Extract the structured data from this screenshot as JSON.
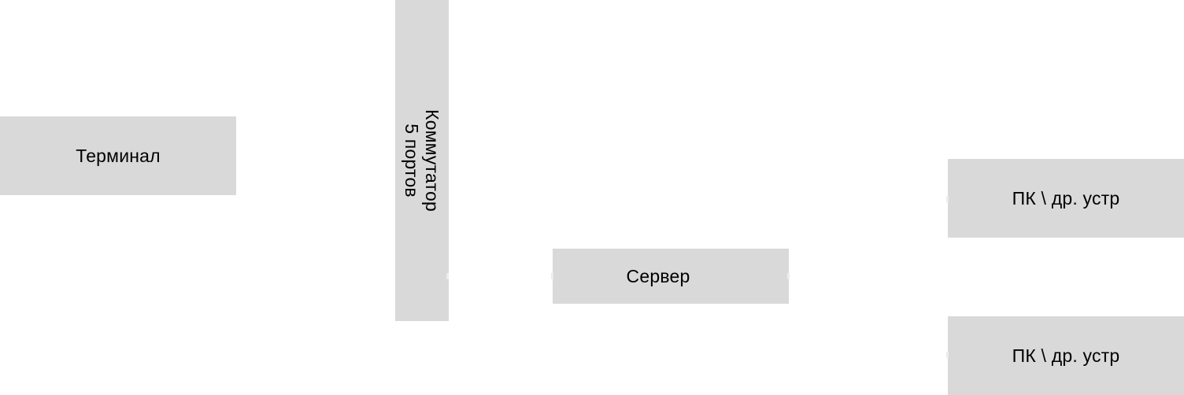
{
  "nodes": {
    "terminal": {
      "label": "Терминал"
    },
    "switch": {
      "label_line1": "Коммутатор",
      "label_line2": "5 портов"
    },
    "server": {
      "label": "Сервер"
    },
    "pc1": {
      "label": "ПК \\ др. устр"
    },
    "pc2": {
      "label": "ПК \\ др. устр"
    }
  },
  "colors": {
    "node_fill": "#d9d9d9",
    "text": "#000000",
    "background": "#ffffff"
  }
}
